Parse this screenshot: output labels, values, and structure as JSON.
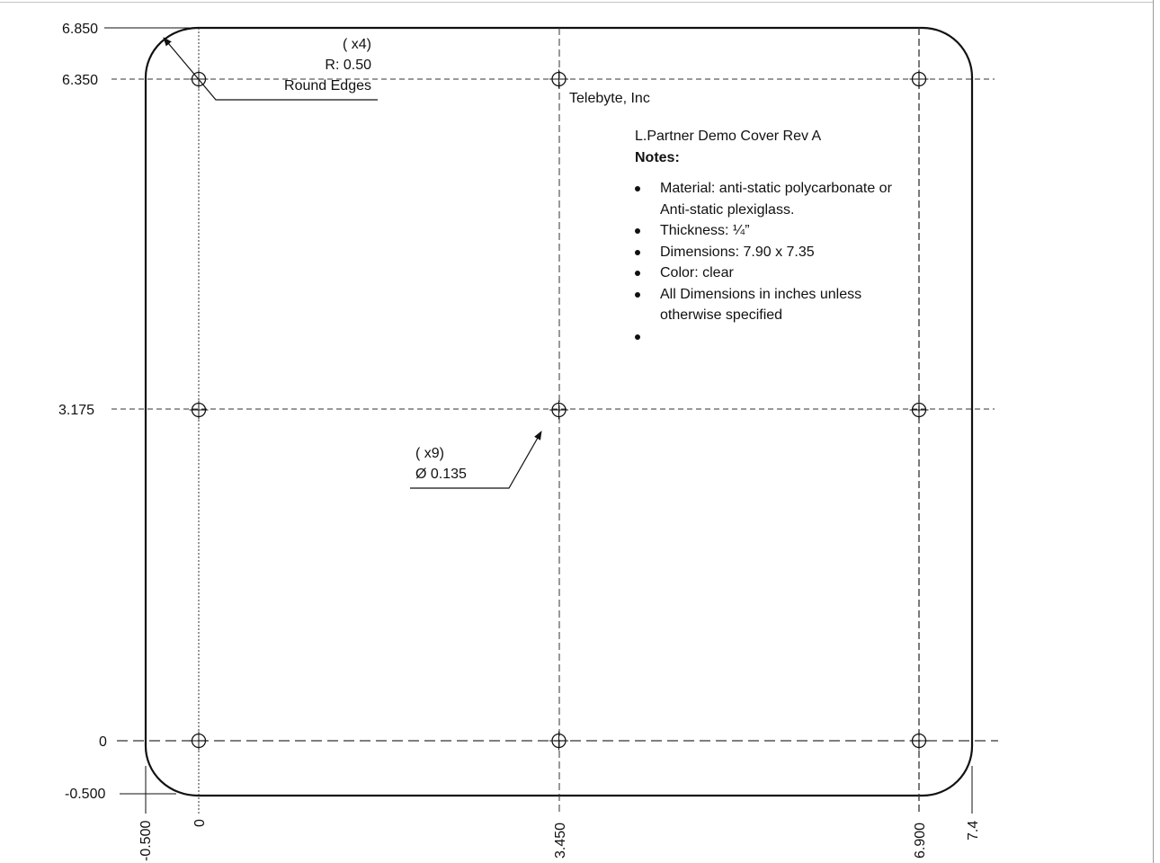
{
  "company": "Telebyte, Inc",
  "notes": {
    "title": "L.Partner Demo Cover Rev A",
    "heading": "Notes:",
    "items": [
      "Material: anti-static polycarbonate or Anti-static plexiglass.",
      "Thickness: ¼”",
      "Dimensions: 7.90 x 7.35",
      "Color: clear",
      "All Dimensions in inches unless otherwise specified",
      ""
    ]
  },
  "corner_callout": {
    "count": "( x4)",
    "radius": "R: 0.50",
    "label": "Round Edges"
  },
  "hole_callout": {
    "count": "( x9)",
    "diameter": "Ø 0.135"
  },
  "vertical_dims": [
    "6.850",
    "6.350",
    "3.175",
    "0",
    "-0.500"
  ],
  "horizontal_dims": [
    "-0.500",
    "0",
    "3.450",
    "6.900",
    "7.4"
  ],
  "holes": [
    {
      "x": "0",
      "y": "6.350"
    },
    {
      "x": "3.450",
      "y": "6.350"
    },
    {
      "x": "6.900",
      "y": "6.350"
    },
    {
      "x": "0",
      "y": "3.175"
    },
    {
      "x": "3.450",
      "y": "3.175"
    },
    {
      "x": "6.900",
      "y": "3.175"
    },
    {
      "x": "0",
      "y": "0"
    },
    {
      "x": "3.450",
      "y": "0"
    },
    {
      "x": "6.900",
      "y": "0"
    }
  ],
  "colors": {
    "line": "#111111",
    "page_edge": "#9a9a9a"
  }
}
